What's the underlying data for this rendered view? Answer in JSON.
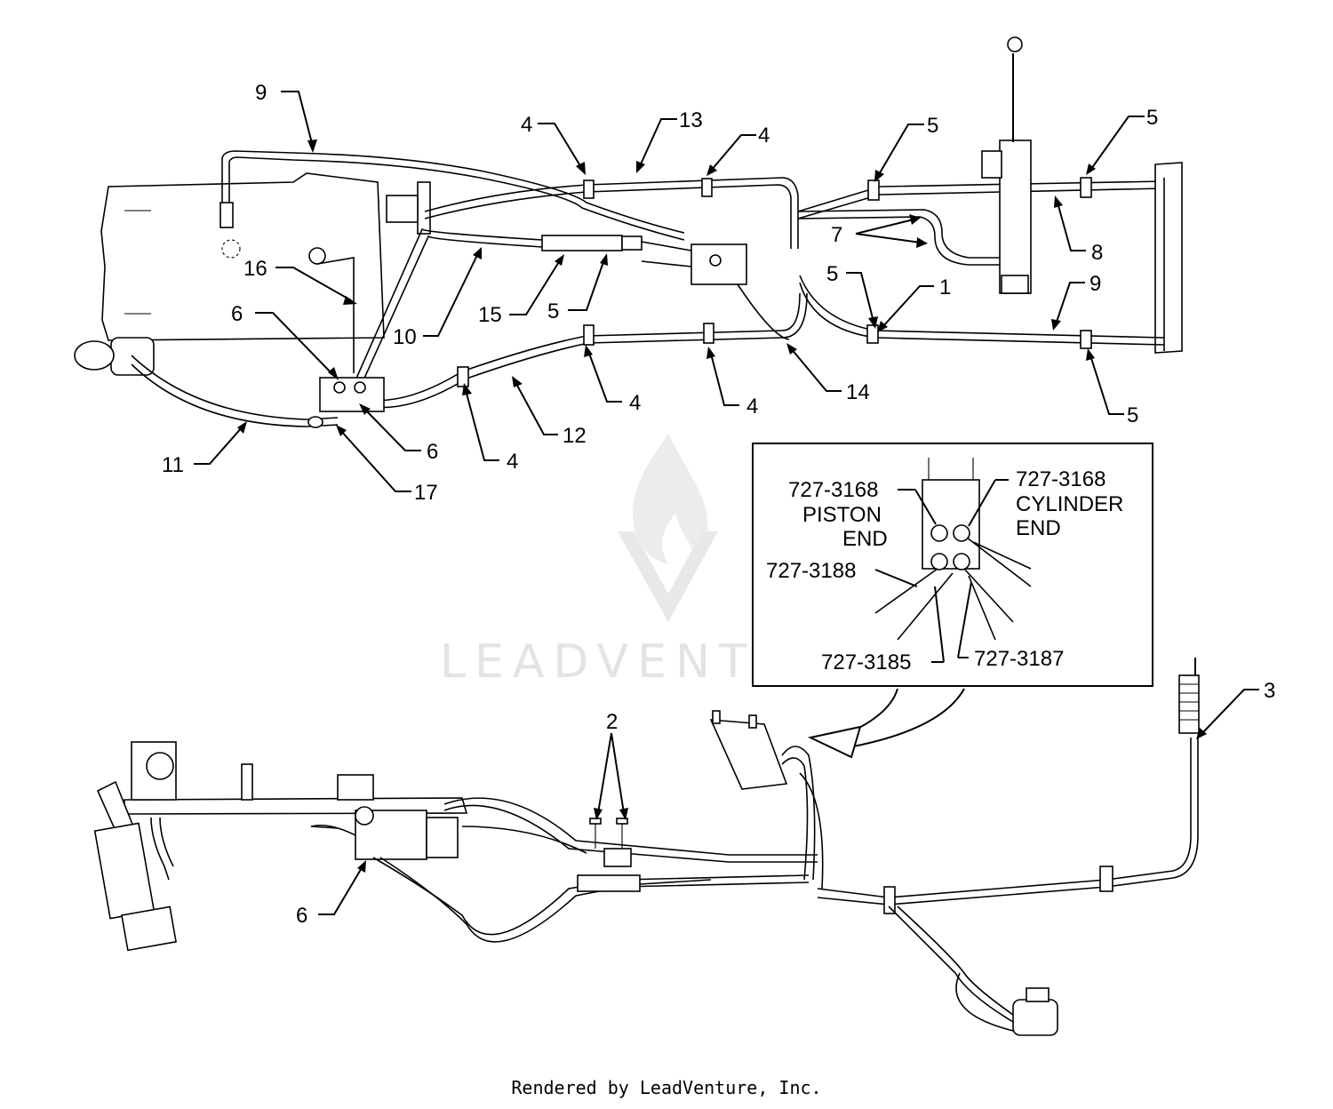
{
  "callouts": {
    "c9_top": "9",
    "c4_top_left": "4",
    "c13": "13",
    "c4_top_right": "4",
    "c5_top_mid": "5",
    "c5_top_right": "5",
    "c7": "7",
    "c8": "8",
    "c16": "16",
    "c6_upper": "6",
    "c10": "10",
    "c15": "15",
    "c5_mid": "5",
    "c5_right_mid": "5",
    "c1": "1",
    "c9_right": "9",
    "c11": "11",
    "c6_lower": "6",
    "c17": "17",
    "c4_bottom_a": "4",
    "c12": "12",
    "c4_bottom_b": "4",
    "c4_bottom_c": "4",
    "c14": "14",
    "c5_bottom_right": "5",
    "c2": "2",
    "c3": "3",
    "c6_bottom": "6"
  },
  "inset": {
    "piston_part": "727-3168",
    "piston_label_1": "PISTON",
    "piston_label_2": "END",
    "cylinder_part": "727-3168",
    "cylinder_label_1": "CYLINDER",
    "cylinder_label_2": "END",
    "part_3188": "727-3188",
    "part_3185": "727-3185",
    "part_3187": "727-3187"
  },
  "watermark": "LEADVENTURE",
  "footer": "Rendered by LeadVenture, Inc."
}
